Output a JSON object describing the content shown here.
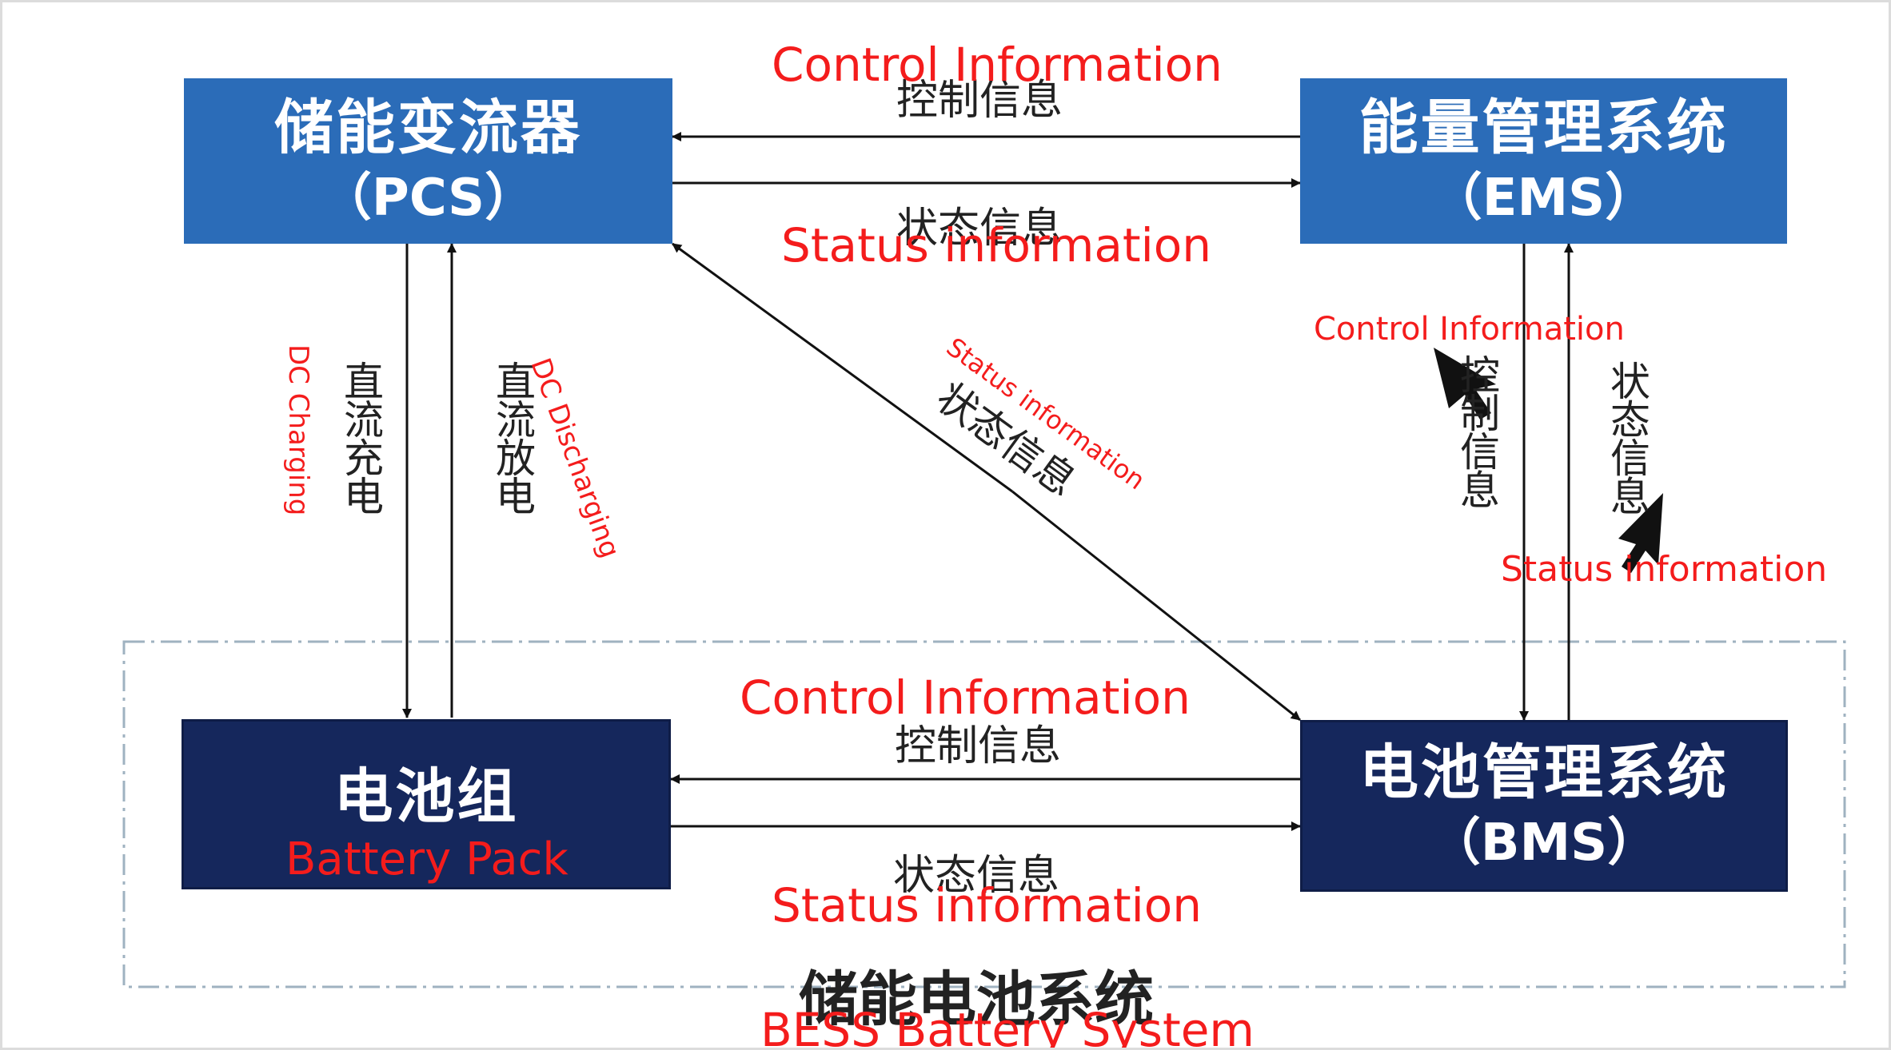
{
  "nodes": {
    "pcs": {
      "zh": "储能变流器",
      "abbr": "（PCS）"
    },
    "ems": {
      "zh": "能量管理系统",
      "abbr": "（EMS）"
    },
    "battery_pack": {
      "zh": "电池组",
      "en": "Battery Pack"
    },
    "bms": {
      "zh": "电池管理系统",
      "abbr": "（BMS）"
    }
  },
  "edges": {
    "ems_to_pcs_control": {
      "zh": "控制信息",
      "en": "Control Information"
    },
    "pcs_to_ems_status": {
      "zh": "状态信息",
      "en": "Status information"
    },
    "pcs_to_battery_charging": {
      "zh": "直流充电",
      "en": "DC Charging"
    },
    "battery_to_pcs_discharging": {
      "zh": "直流放电",
      "en": "DC Discharging"
    },
    "pcs_bms_status": {
      "zh": "状态信息",
      "en": "Status information"
    },
    "ems_to_bms_control": {
      "zh": "控制信息",
      "en": "Control Information"
    },
    "bms_to_ems_status": {
      "zh": "状态信息",
      "en": "Status information"
    },
    "bms_to_battery_control": {
      "zh": "控制信息",
      "en": "Control Information"
    },
    "battery_to_bms_status": {
      "zh": "状态信息",
      "en": "Status information"
    }
  },
  "system_group": {
    "zh": "储能电池系统",
    "en": "BESS Battery System"
  },
  "colors": {
    "box_blue": "#2b6cb8",
    "box_navy": "#15275c",
    "annotation_red": "#f41c1c",
    "arrow": "#111111"
  }
}
